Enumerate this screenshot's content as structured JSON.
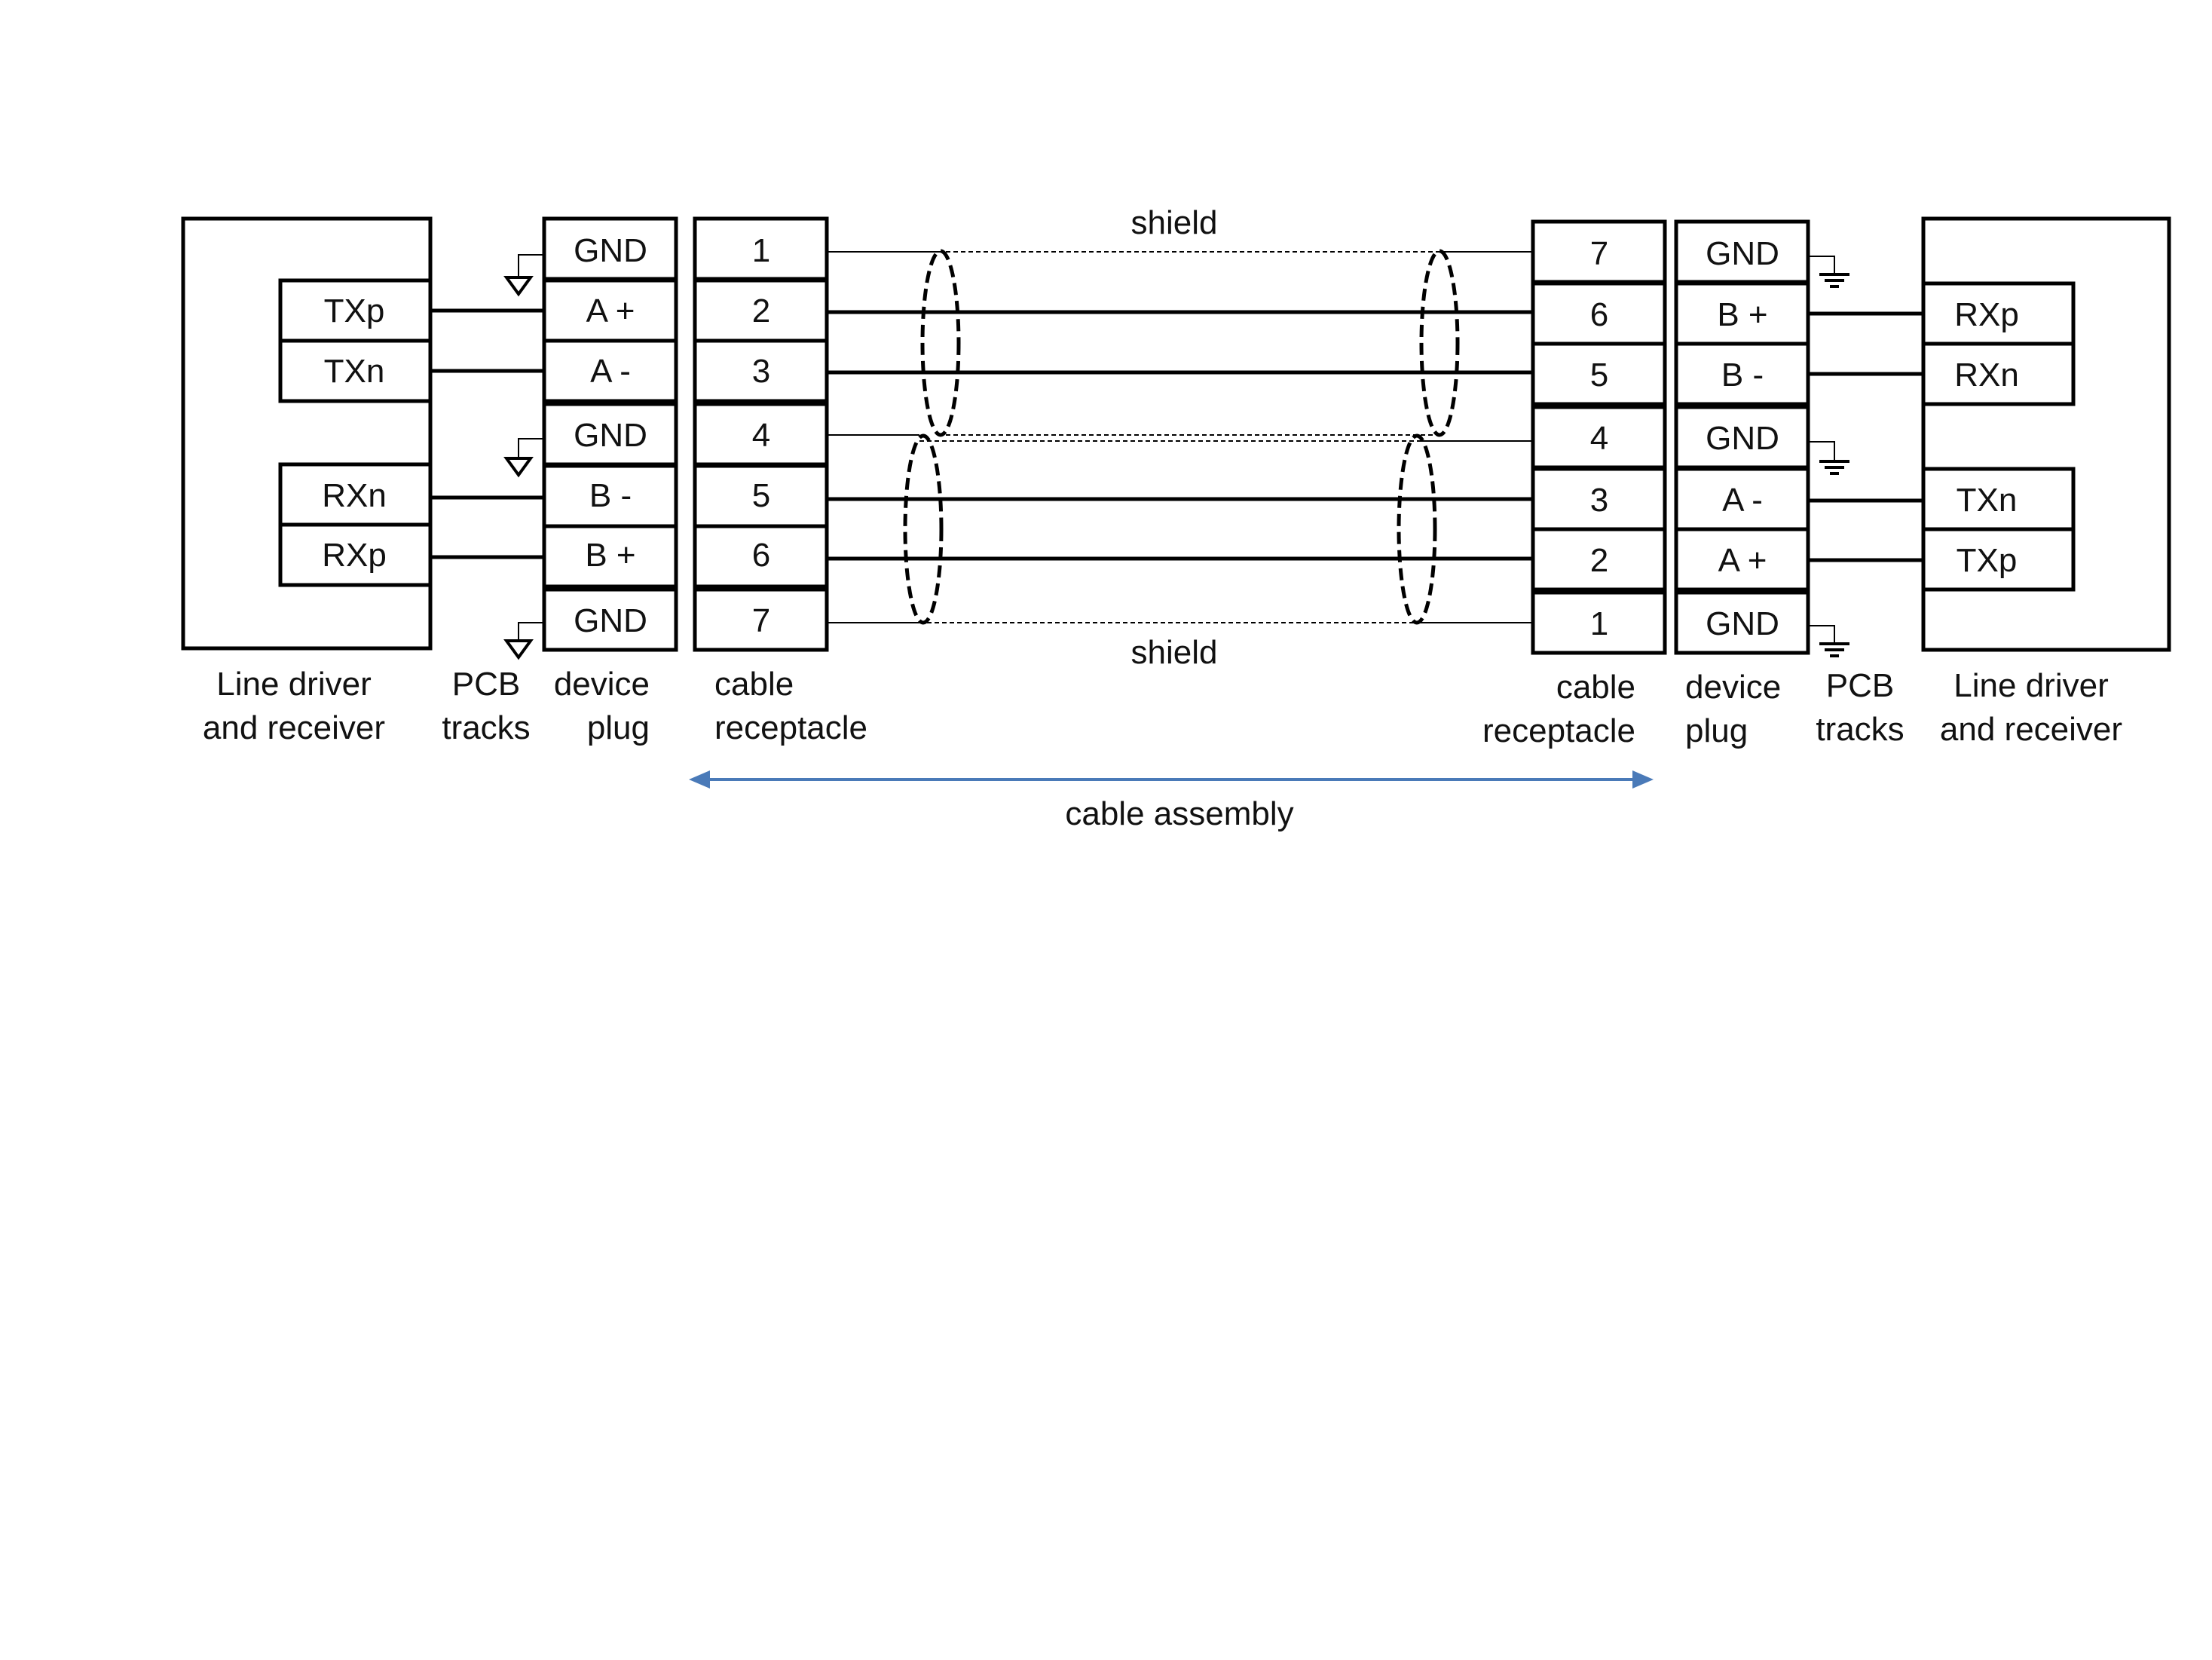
{
  "left": {
    "driver_pins": [
      "TXp",
      "TXn",
      "RXn",
      "RXp"
    ],
    "plug_pins": [
      "GND",
      "A +",
      "A -",
      "GND",
      "B -",
      "B +",
      "GND"
    ],
    "receptacle_pins": [
      "1",
      "2",
      "3",
      "4",
      "5",
      "6",
      "7"
    ],
    "captions": {
      "driver_line1": "Line driver",
      "driver_line2": "and receiver",
      "pcb_line1": "PCB",
      "pcb_line2": "tracks",
      "plug_line1": "device",
      "plug_line2": "plug",
      "recep_line1": "cable",
      "recep_line2": "receptacle"
    }
  },
  "right": {
    "driver_pins": [
      "RXp",
      "RXn",
      "TXn",
      "TXp"
    ],
    "plug_pins": [
      "GND",
      "B +",
      "B -",
      "GND",
      "A -",
      "A +",
      "GND"
    ],
    "receptacle_pins": [
      "7",
      "6",
      "5",
      "4",
      "3",
      "2",
      "1"
    ],
    "captions": {
      "recep_line1": "cable",
      "recep_line2": "receptacle",
      "plug_line1": "device",
      "plug_line2": "plug",
      "pcb_line1": "PCB",
      "pcb_line2": "tracks",
      "driver_line1": "Line driver",
      "driver_line2": "and receiver"
    }
  },
  "shield_top": "shield",
  "shield_bottom": "shield",
  "assembly_label": "cable assembly",
  "colors": {
    "arrow": "#4a7ab8",
    "line": "#000000"
  }
}
